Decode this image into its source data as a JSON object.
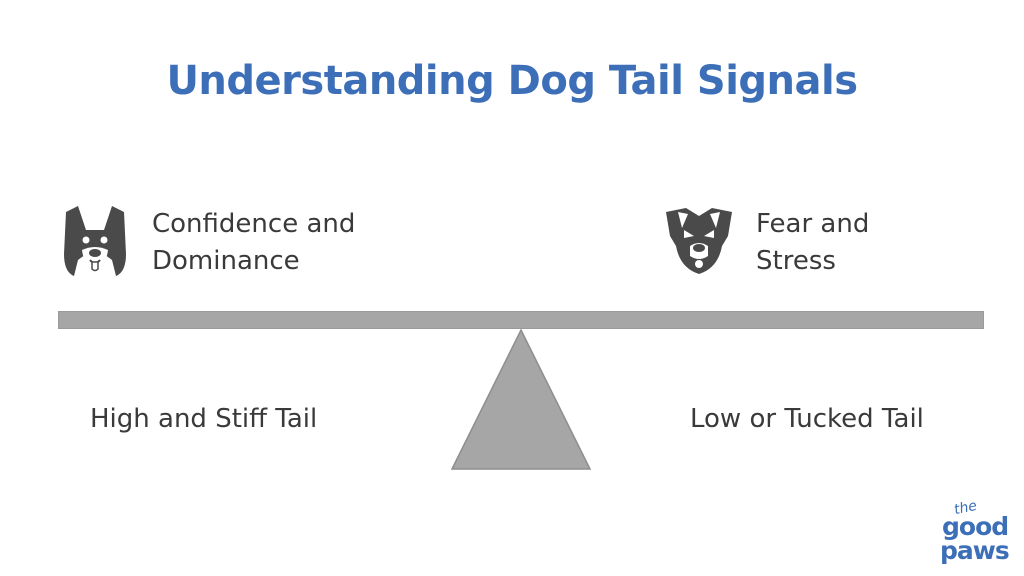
{
  "title": "Understanding Dog Tail Signals",
  "left": {
    "label_line1": "Confidence and",
    "label_line2": "Dominance",
    "tail": "High and Stiff Tail",
    "icon": "husky-dog-face-icon"
  },
  "right": {
    "label_line1": "Fear and",
    "label_line2": "Stress",
    "tail": "Low or Tucked Tail",
    "icon": "worried-dog-face-icon"
  },
  "logo": {
    "line1": "the",
    "line2": "good",
    "line3": "paws"
  },
  "colors": {
    "title": "#3d6fb8",
    "text": "#3a3a3a",
    "icon": "#4a4a4a",
    "beam": "#a6a6a6",
    "fulcrum": "#a6a6a6",
    "logo": "#3d6fb8"
  }
}
